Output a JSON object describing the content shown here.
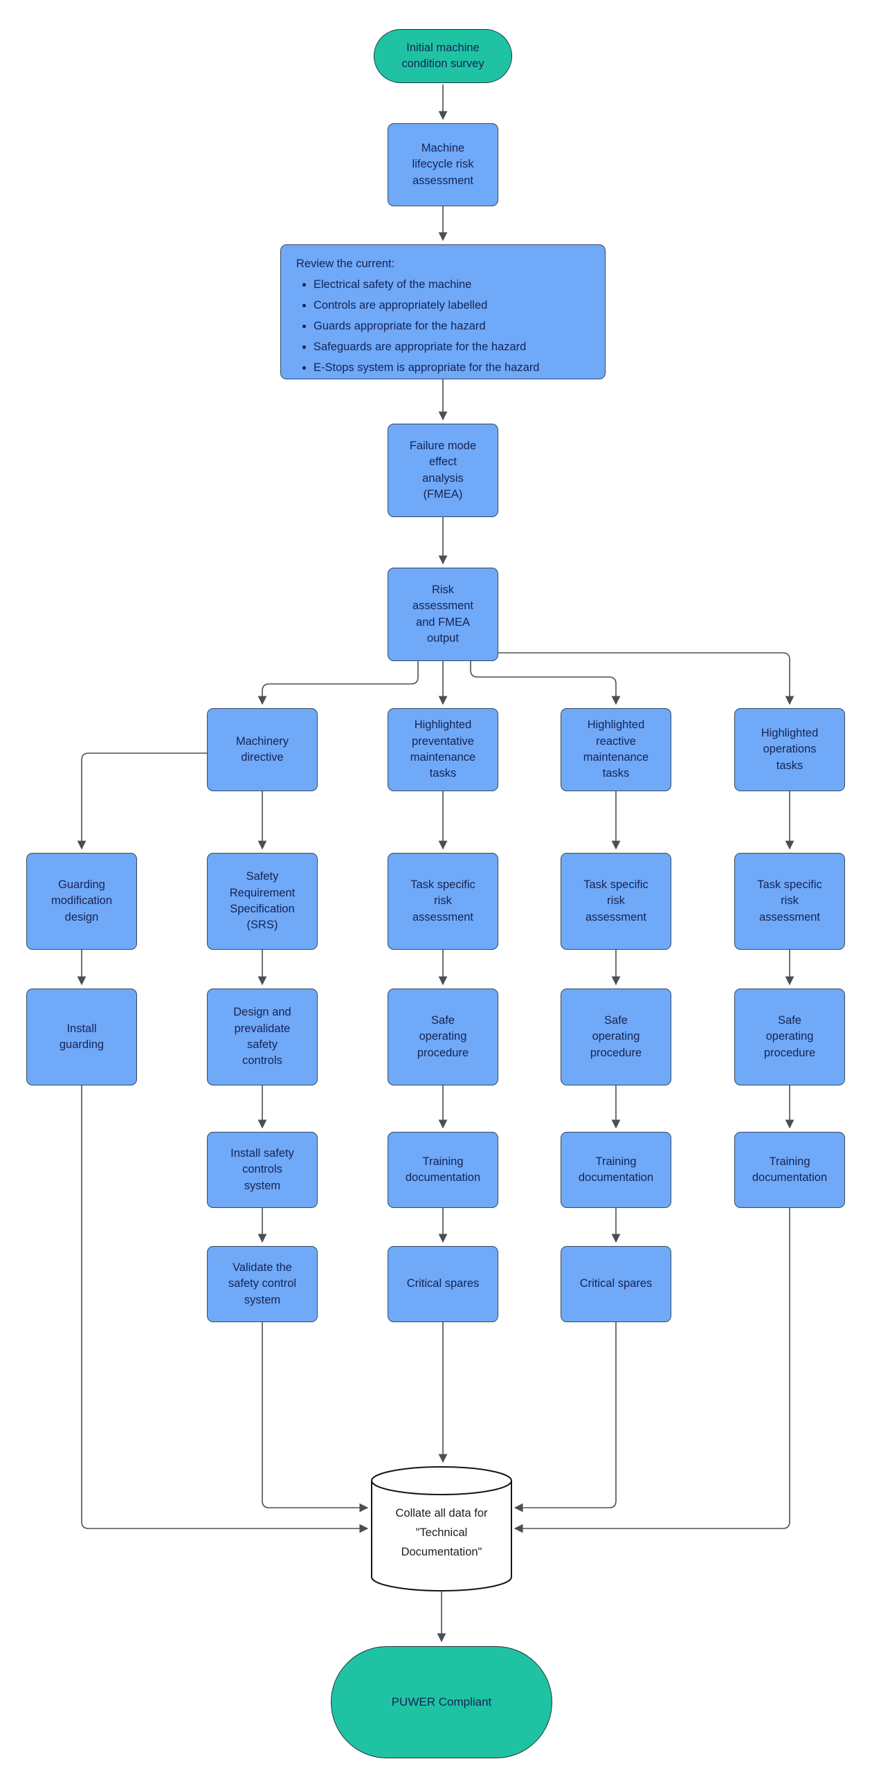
{
  "flowchart": {
    "colors": {
      "background": "#ffffff",
      "terminator_fill": "#1fc3a4",
      "terminator_border": "#22333d",
      "process_fill": "#6fa9f8",
      "process_border": "#35485c",
      "node_text": "#172352",
      "line": "#4a4f54",
      "cylinder_fill": "#ffffff",
      "cylinder_border": "#141414",
      "cylinder_text": "#1c1c1c"
    },
    "start": "Initial machine\ncondition survey",
    "top": {
      "lifecycle": "Machine\nlifecycle risk\nassessment",
      "review": {
        "title": "Review the current:",
        "items": [
          "Electrical safety of the machine",
          "Controls are appropriately labelled",
          "Guards appropriate for the hazard",
          "Safeguards are appropriate for the hazard",
          "E-Stops system is appropriate for the hazard"
        ]
      },
      "fmea": "Failure mode\neffect\nanalysis\n(FMEA)",
      "risk_output": "Risk\nassessment\nand FMEA\noutput"
    },
    "branches": {
      "guarding": {
        "design": "Guarding\nmodification\ndesign",
        "install": "Install\nguarding"
      },
      "machinery": {
        "header": "Machinery\ndirective",
        "srs": "Safety\nRequirement\nSpecification\n(SRS)",
        "design_prevalidate": "Design and\nprevalidate\nsafety\ncontrols",
        "install_controls": "Install safety\ncontrols\nsystem",
        "validate": "Validate the\nsafety control\nsystem"
      },
      "preventative": {
        "header": "Highlighted\npreventative\nmaintenance\ntasks",
        "task_risk": "Task specific\nrisk\nassessment",
        "sop": "Safe\noperating\nprocedure",
        "training": "Training\ndocumentation",
        "spares": "Critical spares"
      },
      "reactive": {
        "header": "Highlighted\nreactive\nmaintenance\ntasks",
        "task_risk": "Task specific\nrisk\nassessment",
        "sop": "Safe\noperating\nprocedure",
        "training": "Training\ndocumentation",
        "spares": "Critical spares"
      },
      "operations": {
        "header": "Highlighted\noperations\ntasks",
        "task_risk": "Task specific\nrisk\nassessment",
        "sop": "Safe\noperating\nprocedure",
        "training": "Training\ndocumentation"
      }
    },
    "collate": "Collate all data for\n\"Technical\nDocumentation\"",
    "end": "PUWER Compliant"
  }
}
